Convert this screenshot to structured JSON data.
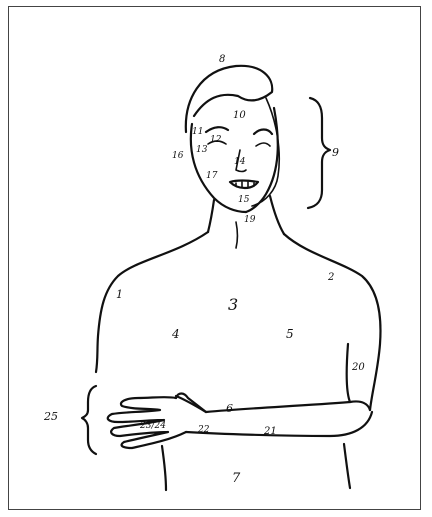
{
  "diagram": {
    "labels": [
      {
        "id": "label-1",
        "text": "1"
      },
      {
        "id": "label-2",
        "text": "2"
      },
      {
        "id": "label-3",
        "text": "3"
      },
      {
        "id": "label-4",
        "text": "4"
      },
      {
        "id": "label-5",
        "text": "5"
      },
      {
        "id": "label-6",
        "text": "6"
      },
      {
        "id": "label-7",
        "text": "7"
      },
      {
        "id": "label-8",
        "text": "8"
      },
      {
        "id": "label-9",
        "text": "9"
      },
      {
        "id": "label-10",
        "text": "10"
      },
      {
        "id": "label-11",
        "text": "11"
      },
      {
        "id": "label-12",
        "text": "12"
      },
      {
        "id": "label-13",
        "text": "13"
      },
      {
        "id": "label-14",
        "text": "14"
      },
      {
        "id": "label-15",
        "text": "15"
      },
      {
        "id": "label-16",
        "text": "16"
      },
      {
        "id": "label-17",
        "text": "17"
      },
      {
        "id": "label-19",
        "text": "19"
      },
      {
        "id": "label-20",
        "text": "20"
      },
      {
        "id": "label-21",
        "text": "21"
      },
      {
        "id": "label-22",
        "text": "22"
      },
      {
        "id": "label-2324",
        "text": "23/24"
      },
      {
        "id": "label-25",
        "text": "25"
      }
    ]
  }
}
